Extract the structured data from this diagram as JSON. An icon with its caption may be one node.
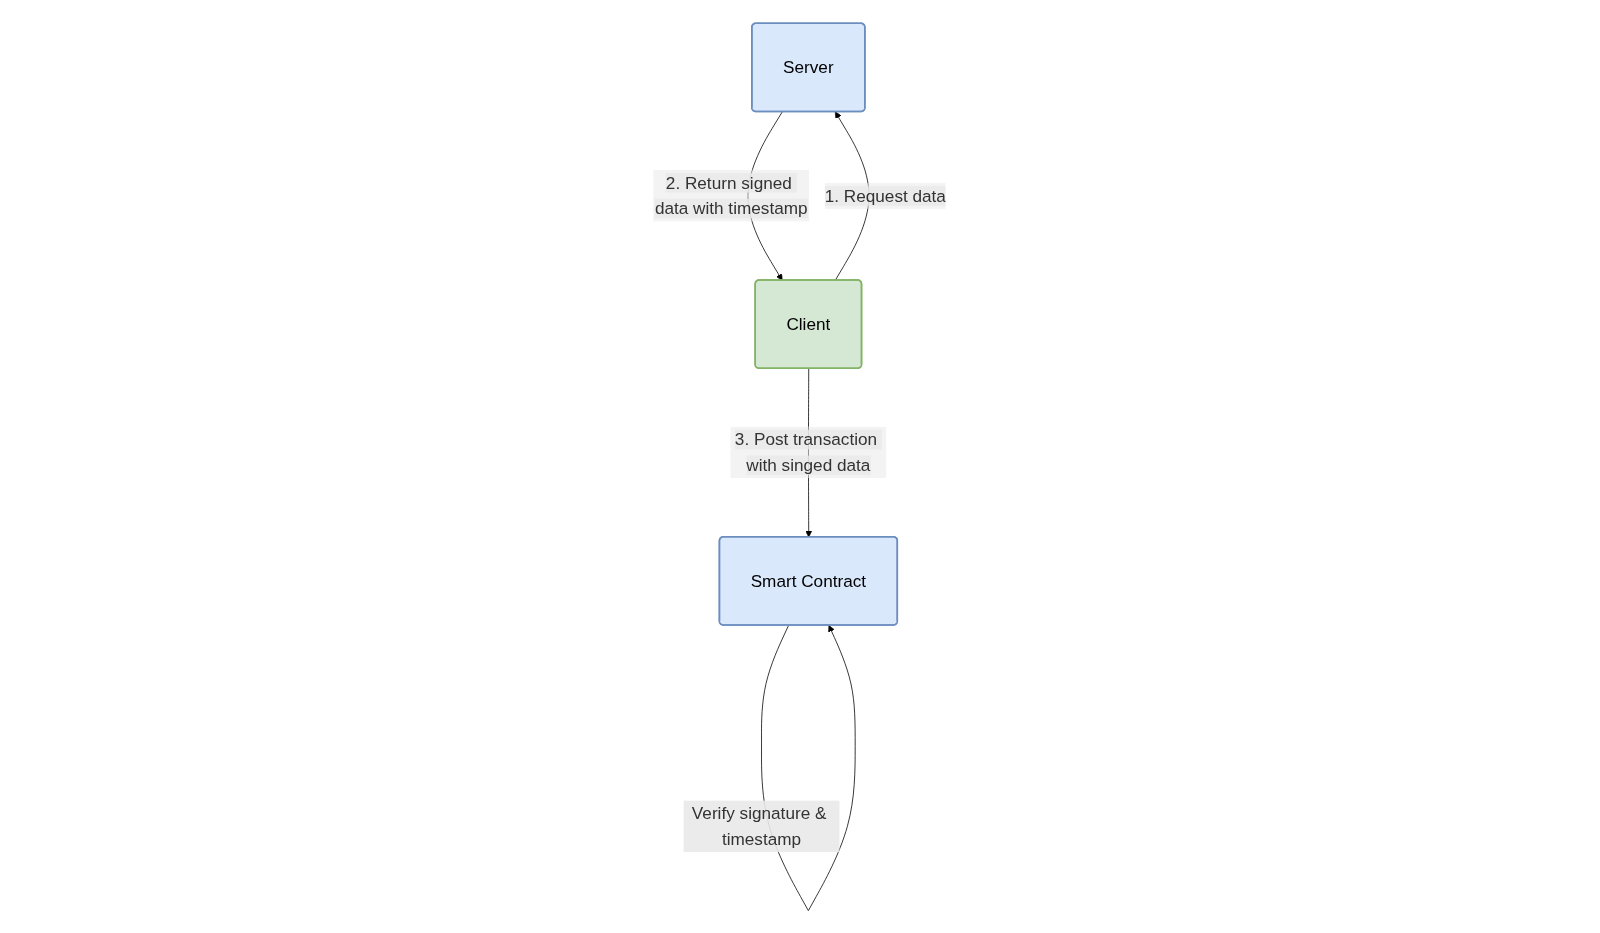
{
  "diagram": {
    "nodes": [
      {
        "text": [
          "Server"
        ]
      },
      {
        "text": [
          "Smart Contract"
        ]
      },
      {
        "text": [
          "Client"
        ]
      }
    ],
    "edges": [
      {
        "from": 2,
        "to": 0,
        "arrow": "to",
        "label": "1. Request data"
      },
      {
        "from": 0,
        "to": 2,
        "arrow": "to",
        "label": "2. Return signed data with timestamp"
      },
      {
        "from": 2,
        "to": 1,
        "arrow": "to",
        "label": "3. Post transaction with singed data"
      },
      {
        "from": 1,
        "to": 1,
        "arrow": "to",
        "label": "Verify signature & timestamp"
      }
    ]
  }
}
